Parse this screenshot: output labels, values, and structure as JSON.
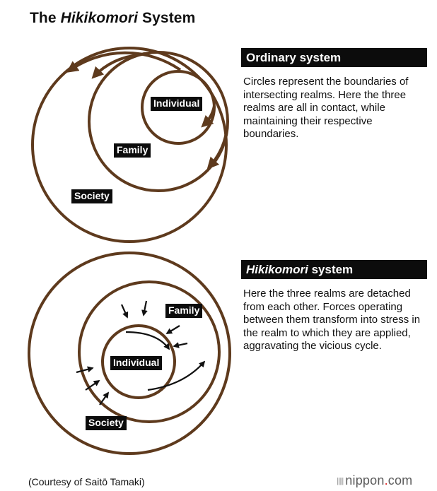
{
  "title": {
    "prefix": "The ",
    "emph": "Hikikomori",
    "suffix": " System"
  },
  "colors": {
    "circle": "#5e3a1d",
    "label_bg": "#0c0c0c",
    "arrow": "#111111",
    "logo_dot": "#dd2222"
  },
  "ordinary": {
    "heading": "Ordinary system",
    "description": "Circles represent the boundaries of intersecting realms. Here the three realms are all in contact, while maintaining their respective boundaries.",
    "labels": {
      "individual": "Individual",
      "family": "Family",
      "society": "Society"
    }
  },
  "hikikomori": {
    "heading_emph": "Hikikomori",
    "heading_rest": " system",
    "description": "Here the three realms are detached from each other. Forces operating between them transform into stress in the realm to which they are applied, aggravating the vicious cycle.",
    "labels": {
      "individual": "Individual",
      "family": "Family",
      "society": "Society"
    }
  },
  "credit": "(Courtesy of Saitō Tamaki)",
  "logo": {
    "name": "nippon",
    "dot": ".",
    "tld": "com"
  }
}
